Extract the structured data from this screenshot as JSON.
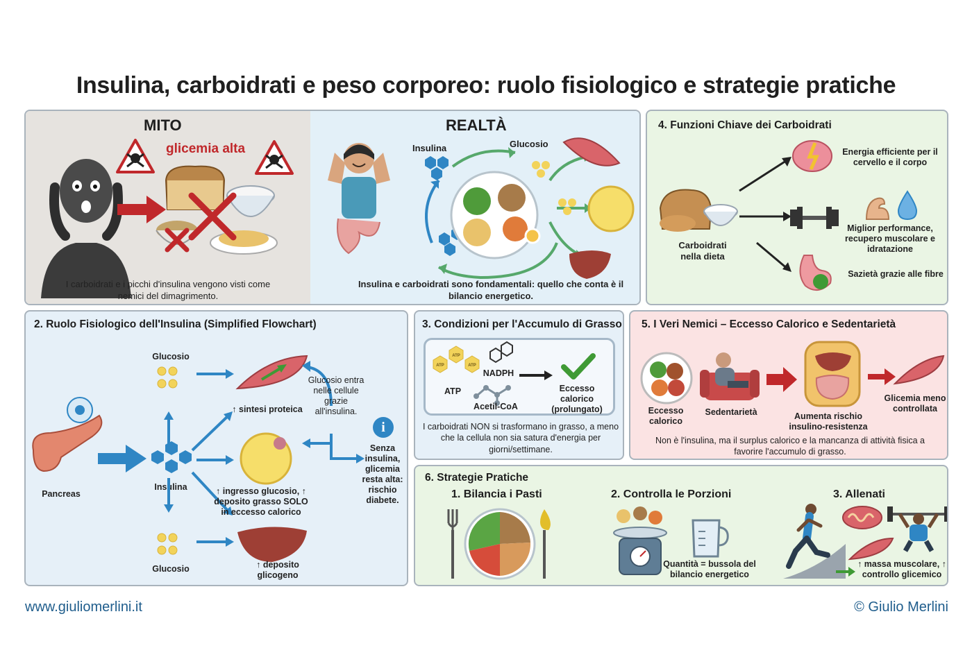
{
  "title": "Insulina, carboidrati e peso corporeo: ruolo fisiologico e strategie pratiche",
  "myth": {
    "heading": "MITO",
    "warning": "glicemia alta",
    "caption": "I carboidrati e i picchi d'insulina vengono visti come nemici del dimagrimento."
  },
  "reality": {
    "heading": "REALTÀ",
    "insulin_label": "Insulina",
    "glucose_label": "Glucosio",
    "caption": "Insulina e carboidrati sono fondamentali: quello che conta è il bilancio energetico."
  },
  "functions": {
    "title": "4. Funzioni Chiave dei Carboidrati",
    "source_label": "Carboidrati nella dieta",
    "items": [
      "Energia efficiente per il cervello e il corpo",
      "Miglior performance, recupero muscolare e idratazione",
      "Sazietà grazie alle fibre"
    ]
  },
  "insulin_role": {
    "title": "2. Ruolo Fisiologico dell'Insulina (Simplified Flowchart)",
    "pancreas": "Pancreas",
    "insulin": "Insulina",
    "glucose_top": "Glucosio",
    "glucose_bottom": "Glucosio",
    "muscle": "↑ sintesi proteica",
    "fat": "↑ ingresso glucosio, ↑ deposito grasso SOLO in eccesso calorico",
    "liver": "↑ deposito glicogeno",
    "glucose_note": "Glucosio entra nelle cellule grazie all'insulina.",
    "info_icon_letter": "i",
    "warning_note": "Senza insulina, glicemia resta alta: rischio diabete."
  },
  "fat_conditions": {
    "title": "3. Condizioni per l'Accumulo di Grasso",
    "atp": "ATP",
    "atp_badge": "ATP",
    "nadph": "NADPH",
    "acetyl": "Acetil-CoA",
    "result": "Eccesso calorico (prolungato)",
    "caption": "I carboidrati NON si trasformano in grasso, a meno che la cellula non sia satura d'energia per giorni/settimane."
  },
  "enemies": {
    "title": "5. I Veri Nemici – Eccesso Calorico e Sedentarietà",
    "items": [
      "Eccesso calorico",
      "Sedentarietà",
      "Aumenta rischio insulino-resistenza",
      "Glicemia meno controllata"
    ],
    "caption": "Non è l'insulina, ma il surplus calorico e la mancanza di attività fisica a favorire l'accumulo di grasso."
  },
  "strategies": {
    "title": "6. Strategie Pratiche",
    "items": [
      "1. Bilancia i Pasti",
      "2. Controlla le Porzioni",
      "3. Allenati"
    ],
    "portions_caption": "Quantità = bussola del bilancio energetico",
    "training_caption": "↑ massa muscolare, ↑ controllo glicemico"
  },
  "footer": {
    "website": "www.giuliomerlini.it",
    "copyright": "© Giulio Merlini"
  },
  "colors": {
    "myth_bg": "#e6e3df",
    "reality_bg": "#e3f0f8",
    "green_bg": "#eaf5e4",
    "blue_bg": "#e6f0f8",
    "red_bg": "#fbe3e3",
    "arrow_blue": "#2f86c4",
    "warning_red": "#c0282b",
    "check_green": "#3f9a35",
    "footer_blue": "#1f5d8c"
  }
}
